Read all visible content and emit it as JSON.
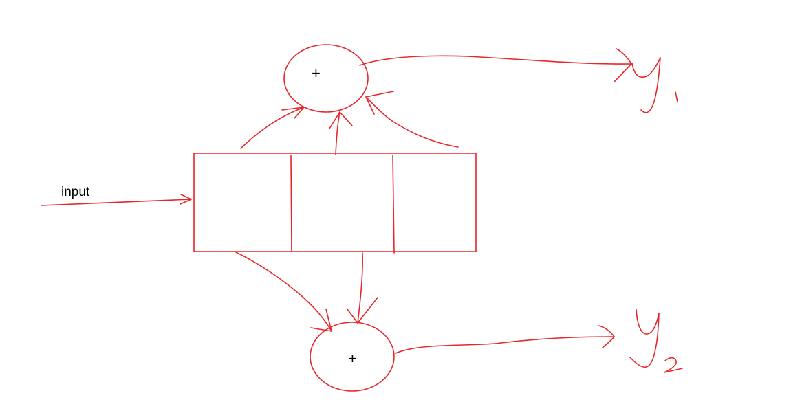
{
  "diagram": {
    "input_label": "input",
    "adder_top_symbol": "+",
    "adder_bottom_symbol": "+",
    "ink_color": "#e8252a",
    "text_color": "#000000",
    "register_cells": 3,
    "outputs": [
      {
        "symbol": "y",
        "subscript": "1"
      },
      {
        "symbol": "y",
        "subscript": "2"
      }
    ]
  }
}
